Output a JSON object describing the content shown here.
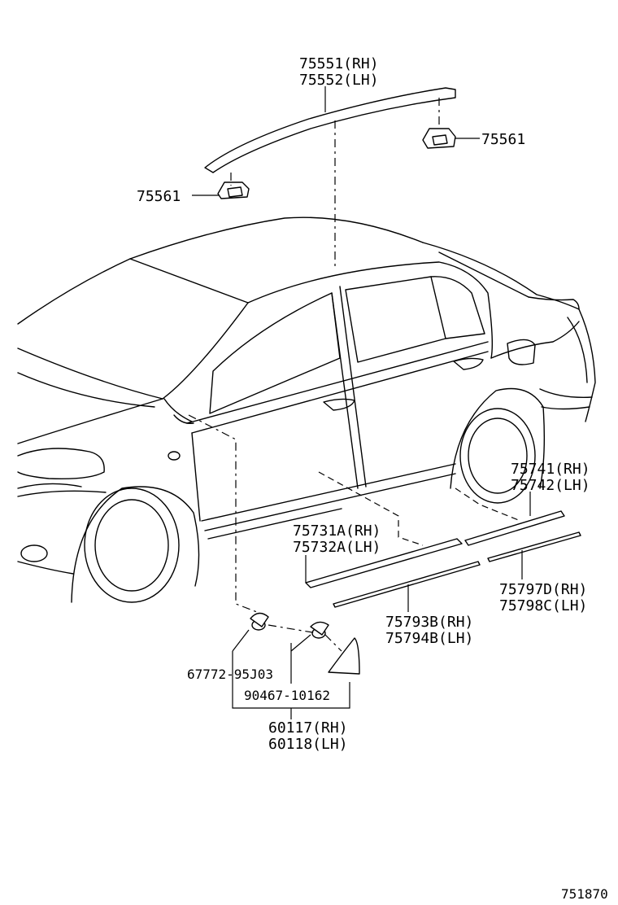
{
  "diagram": {
    "labels": {
      "roof_rh": "75551(RH)",
      "roof_lh": "75552(LH)",
      "clip_right": "75561",
      "clip_left": "75561",
      "upper_rh": "75741(RH)",
      "upper_lh": "75742(LH)",
      "side_rh": "75731A(RH)",
      "side_lh": "75732A(LH)",
      "rear_rh": "75797D(RH)",
      "rear_lh": "75798C(LH)",
      "lower_rh": "75793B(RH)",
      "lower_lh": "75794B(LH)",
      "clip_a": "67772-95J03",
      "clip_b": "90467-10162",
      "mud_rh": "60117(RH)",
      "mud_lh": "60118(LH)",
      "ref": "751870"
    }
  }
}
